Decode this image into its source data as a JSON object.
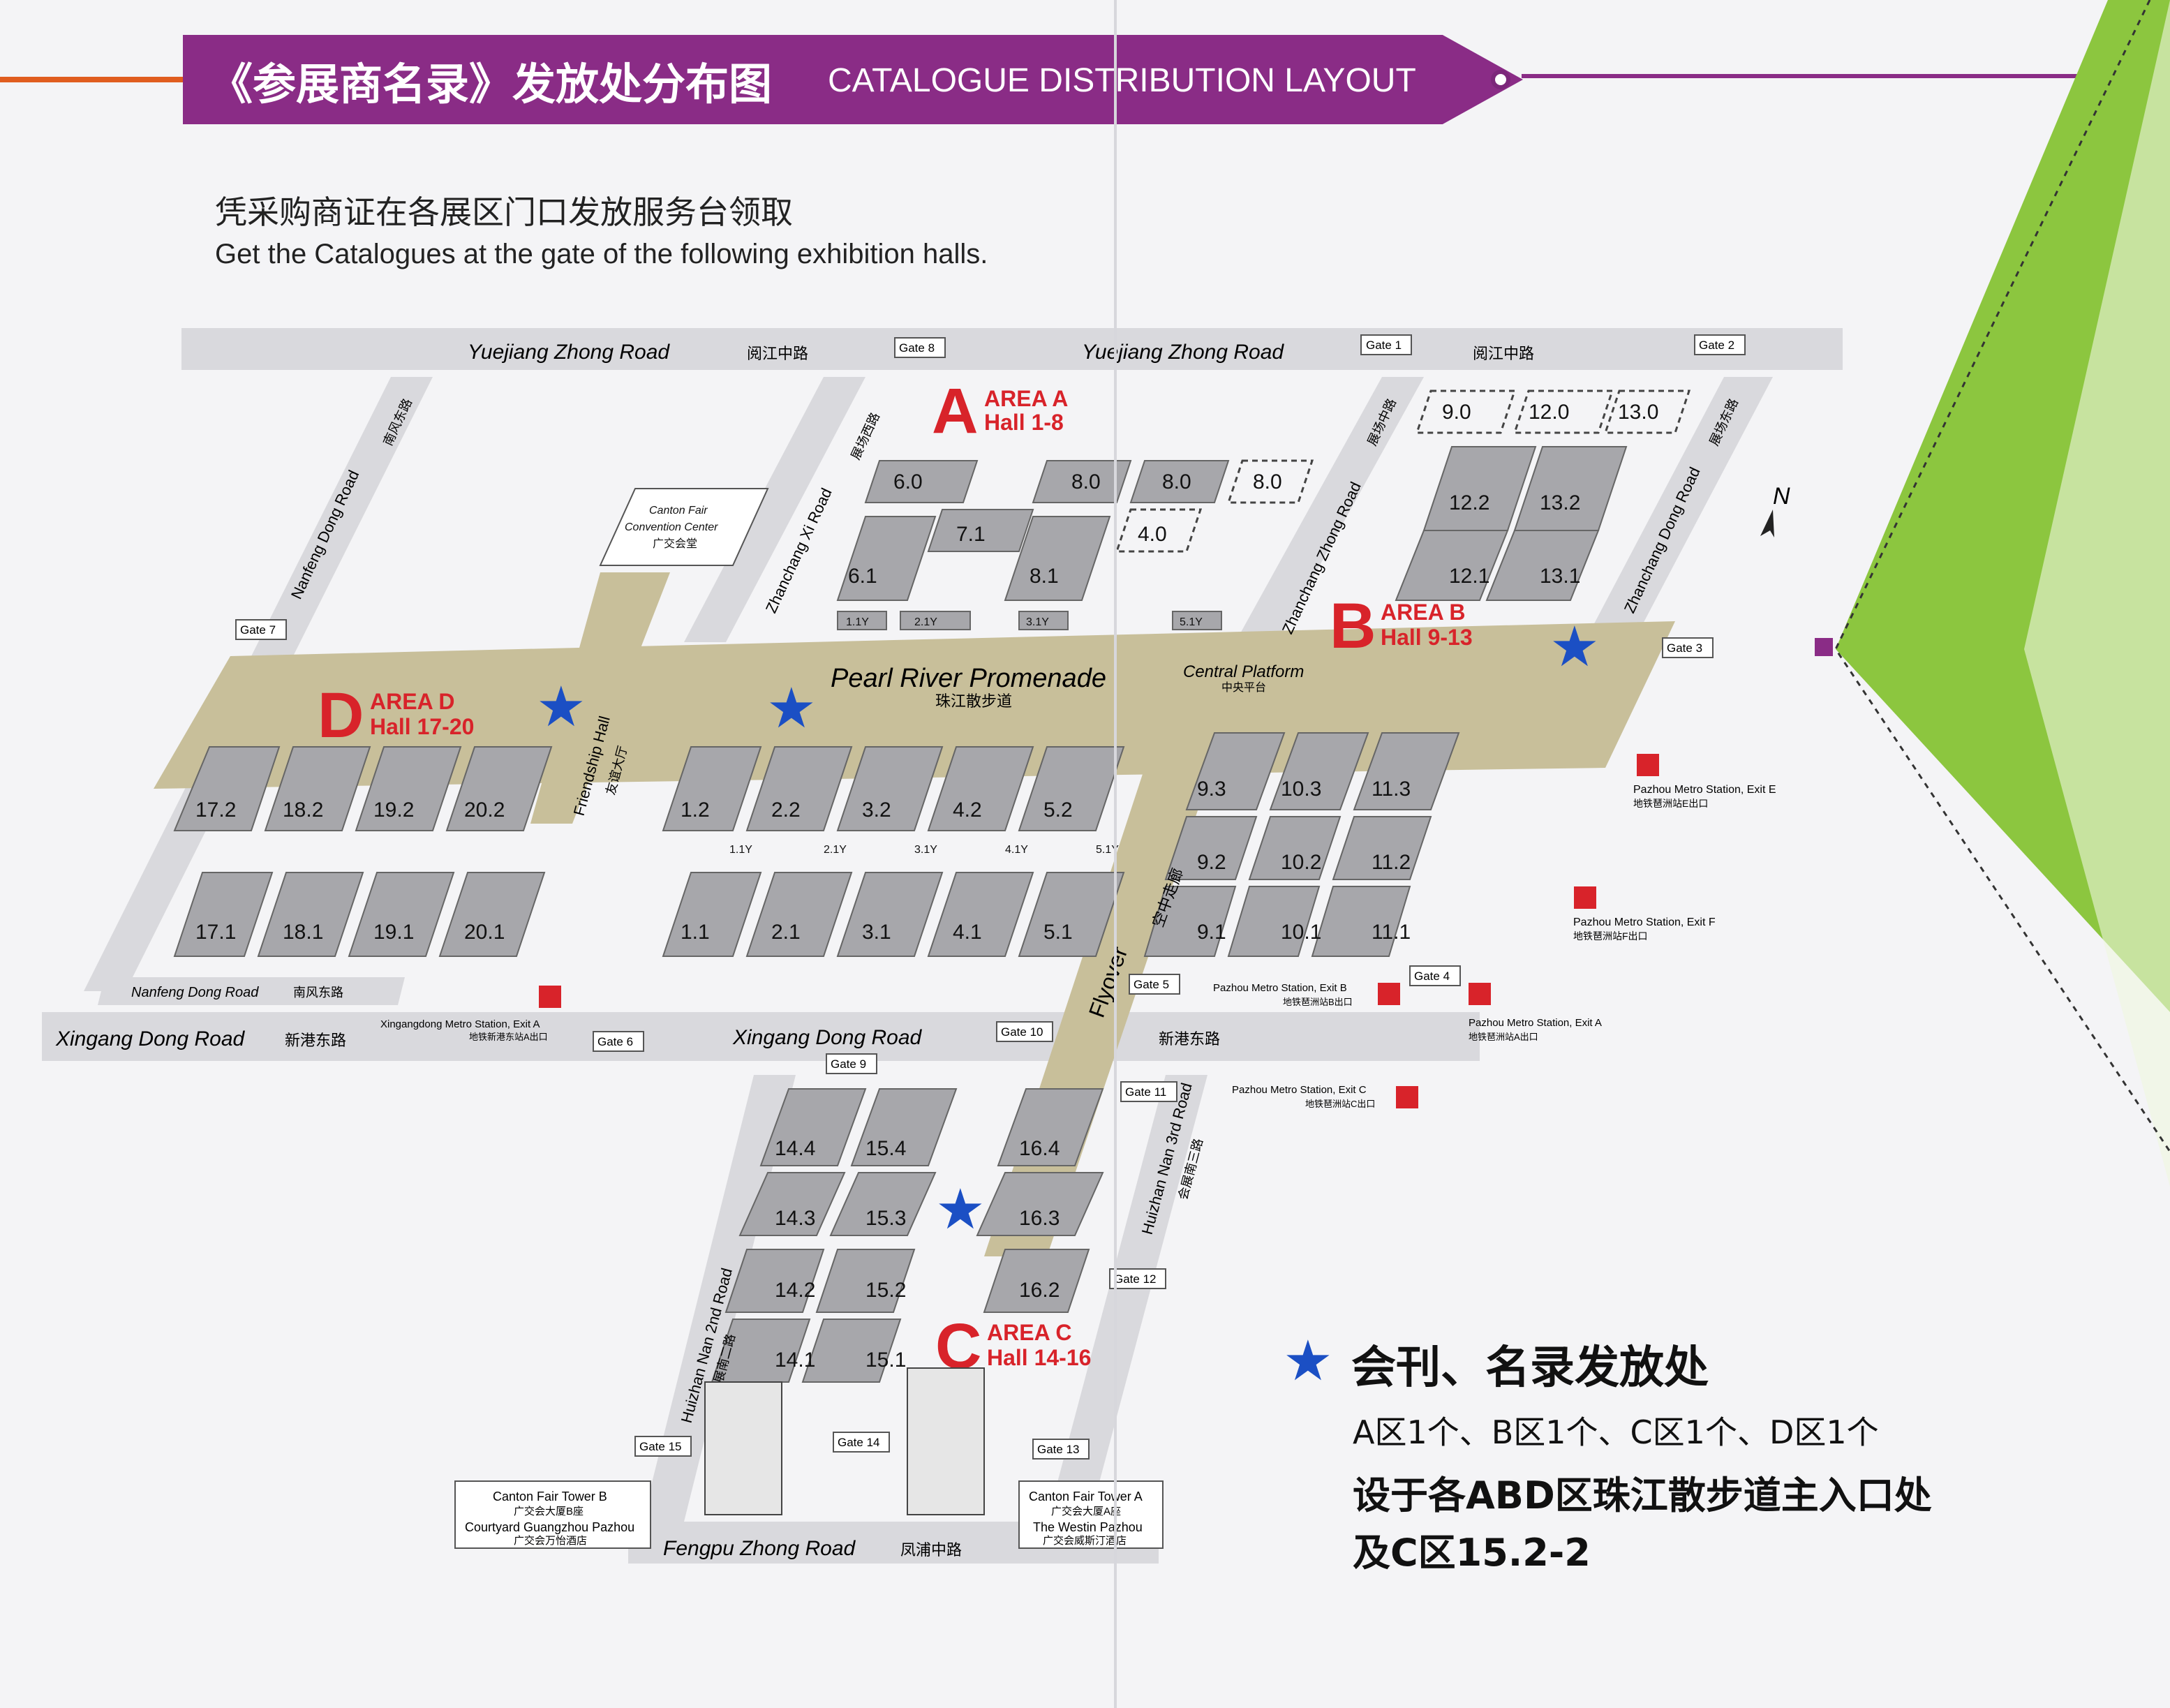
{
  "header": {
    "title_cn": "《参展商名录》发放处分布图",
    "title_en": "CATALOGUE DISTRIBUTION LAYOUT",
    "subtitle_cn": "凭采购商证在各展区门口发放服务台领取",
    "subtitle_en": "Get the Catalogues at the gate of the following exhibition halls."
  },
  "roads": {
    "yuejiang_left": "Yuejiang Zhong Road",
    "yuejiang_cn_left": "阅江中路",
    "yuejiang_right": "Yuejiang Zhong Road",
    "yuejiang_cn_right": "阅江中路",
    "nanfeng_dong": "Nanfeng Dong Road",
    "nanfeng_dong_cn": "南风东路",
    "zhanchang_xi": "Zhanchang Xi Road",
    "zhanchang_xi_cn": "展场西路",
    "zhanchang_zhong": "Zhanchang Zhong Road",
    "zhanchang_zhong_cn": "展场中路",
    "zhanchang_dong": "Zhanchang Dong Road",
    "zhanchang_dong_cn": "展场东路",
    "xingang_left": "Xingang Dong Road",
    "xingang_cn_left": "新港东路",
    "xingang_mid": "Xingang Dong Road",
    "xingang_cn_right": "新港东路",
    "huizhan_3rd": "Huizhan Nan 3rd Road",
    "huizhan_3rd_cn": "会展南三路",
    "huizhan_2nd": "Huizhan Nan 2nd Road",
    "huizhan_2nd_cn": "会展南二路",
    "fengpu": "Fengpu Zhong Road",
    "fengpu_cn": "凤浦中路",
    "promenade": "Pearl River Promenade",
    "promenade_cn": "珠江散步道",
    "central_platform": "Central Platform",
    "central_platform_cn": "中央平台",
    "flyover": "Flyover",
    "flyover_cn": "空中走廊",
    "friendship": "Friendship Hall",
    "friendship_cn": "友谊大厅",
    "convention_en1": "Canton Fair",
    "convention_en2": "Convention Center",
    "convention_cn": "广交会堂"
  },
  "areas": {
    "a_letter": "A",
    "a_name": "AREA A",
    "a_halls": "Hall 1-8",
    "b_letter": "B",
    "b_name": "AREA B",
    "b_halls": "Hall 9-13",
    "c_letter": "C",
    "c_name": "AREA C",
    "c_halls": "Hall 14-16",
    "d_letter": "D",
    "d_name": "AREA D",
    "d_halls": "Hall 17-20"
  },
  "halls": {
    "a": [
      "6.0",
      "8.0",
      "8.0",
      "8.0",
      "7.1",
      "4.0",
      "6.1",
      "8.1"
    ],
    "a_y": [
      "1.1Y",
      "2.1Y",
      "3.1Y",
      "5.1Y"
    ],
    "b": [
      "9.0",
      "12.0",
      "13.0",
      "12.2",
      "13.2",
      "12.1",
      "13.1"
    ],
    "b_low": [
      "9.3",
      "10.3",
      "11.3",
      "9.2",
      "10.2",
      "11.2",
      "9.1",
      "10.1",
      "11.1"
    ],
    "mid": [
      "1.2",
      "2.2",
      "3.2",
      "4.2",
      "5.2",
      "1.1",
      "2.1",
      "3.1",
      "4.1",
      "5.1"
    ],
    "mid_y": [
      "1.1Y",
      "2.1Y",
      "3.1Y",
      "4.1Y",
      "5.1Y"
    ],
    "d": [
      "17.2",
      "18.2",
      "19.2",
      "20.2",
      "17.1",
      "18.1",
      "19.1",
      "20.1"
    ],
    "c": [
      "14.4",
      "15.4",
      "16.4",
      "14.3",
      "15.3",
      "16.3",
      "14.2",
      "15.2",
      "16.2",
      "14.1",
      "15.1"
    ]
  },
  "gates": [
    "Gate 1",
    "Gate 2",
    "Gate 3",
    "Gate 4",
    "Gate 5",
    "Gate 6",
    "Gate 7",
    "Gate 8",
    "Gate 9",
    "Gate 10",
    "Gate 11",
    "Gate 12",
    "Gate 13",
    "Gate 14",
    "Gate 15"
  ],
  "metro": {
    "e_en": "Pazhou Metro Station, Exit E",
    "e_cn": "地铁琶洲站E出口",
    "f_en": "Pazhou Metro Station, Exit F",
    "f_cn": "地铁琶洲站F出口",
    "b_en": "Pazhou Metro Station, Exit B",
    "b_cn": "地铁琶洲站B出口",
    "a_en": "Pazhou Metro Station, Exit A",
    "a_cn": "地铁琶洲站A出口",
    "c_en": "Pazhou Metro Station, Exit C",
    "c_cn": "地铁琶洲站C出口",
    "xg_en": "Xingangdong Metro Station, Exit A",
    "xg_cn": "地铁新港东站A出口"
  },
  "buildings": {
    "tower_b_en": "Canton Fair Tower B",
    "tower_b_cn": "广交会大厦B座",
    "courtyard_en": "Courtyard Guangzhou Pazhou",
    "courtyard_cn": "广交会万怡酒店",
    "tower_a_en": "Canton Fair Tower A",
    "tower_a_cn": "广交会大厦A座",
    "westin_en": "The Westin Pazhou",
    "westin_cn": "广交会威斯汀酒店"
  },
  "compass": "N",
  "legend": {
    "title": "会刊、名录发放处",
    "line1": "A区1个、B区1个、C区1个、D区1个",
    "line2": "设于各ABD区珠江散步道主入口处",
    "line3": "及C区15.2-2"
  },
  "colors": {
    "banner": "#8a2c86",
    "green": "#8cc63f",
    "star": "#1b4fc4",
    "area_letter": "#d8232a",
    "road": "#d9d9dd",
    "promenade": "#c8bf9a"
  }
}
